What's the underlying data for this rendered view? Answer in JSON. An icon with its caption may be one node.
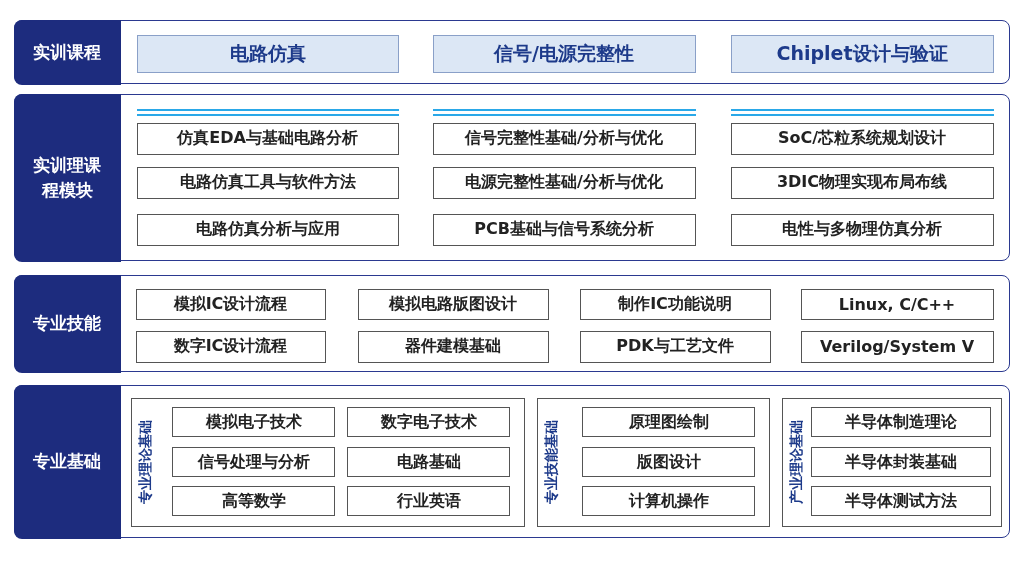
{
  "diagram": {
    "nodes": [
      {
        "text": [
          "实训课程"
        ]
      },
      {
        "text": [
          "电路仿真"
        ],
        "in": 0
      },
      {
        "text": [
          "信号/电源完整性"
        ],
        "in": 0
      },
      {
        "text": [
          "Chiplet设计与验证"
        ],
        "in": 0
      },
      {
        "text": [
          "实训理课程模块"
        ]
      },
      {
        "text": [
          "仿真EDA与基础电路分析"
        ],
        "in": 4
      },
      {
        "text": [
          "信号完整性基础/分析与优化"
        ],
        "in": 4
      },
      {
        "text": [
          "SoC/芯粒系统规划设计"
        ],
        "in": 4
      },
      {
        "text": [
          "电路仿真工具与软件方法"
        ],
        "in": 4
      },
      {
        "text": [
          "电源完整性基础/分析与优化"
        ],
        "in": 4
      },
      {
        "text": [
          "3DIC物理实现布局布线"
        ],
        "in": 4
      },
      {
        "text": [
          "电路仿真分析与应用"
        ],
        "in": 4
      },
      {
        "text": [
          "PCB基础与信号系统分析"
        ],
        "in": 4
      },
      {
        "text": [
          "电性与多物理仿真分析"
        ],
        "in": 4
      },
      {
        "text": [
          "专业技能"
        ]
      },
      {
        "text": [
          "模拟IC设计流程"
        ],
        "in": 14
      },
      {
        "text": [
          "模拟电路版图设计"
        ],
        "in": 14
      },
      {
        "text": [
          "制作IC功能说明"
        ],
        "in": 14
      },
      {
        "text": [
          "Linux, C/C++"
        ],
        "in": 14
      },
      {
        "text": [
          "数字IC设计流程"
        ],
        "in": 14
      },
      {
        "text": [
          "器件建模基础"
        ],
        "in": 14
      },
      {
        "text": [
          "PDK与工艺文件"
        ],
        "in": 14
      },
      {
        "text": [
          "Verilog/System V"
        ],
        "in": 14
      },
      {
        "text": [
          "专业基础"
        ]
      },
      {
        "text": [
          "专业理论基础"
        ],
        "in": 23
      },
      {
        "text": [
          "模拟电子技术"
        ],
        "in": 24
      },
      {
        "text": [
          "数字电子技术"
        ],
        "in": 24
      },
      {
        "text": [
          "信号处理与分析"
        ],
        "in": 24
      },
      {
        "text": [
          "电路基础"
        ],
        "in": 24
      },
      {
        "text": [
          "高等数学"
        ],
        "in": 24
      },
      {
        "text": [
          "行业英语"
        ],
        "in": 24
      },
      {
        "text": [
          "专业技能基础"
        ],
        "in": 23
      },
      {
        "text": [
          "原理图绘制"
        ],
        "in": 31
      },
      {
        "text": [
          "版图设计"
        ],
        "in": 31
      },
      {
        "text": [
          "计算机操作"
        ],
        "in": 31
      },
      {
        "text": [
          "产业理论基础"
        ],
        "in": 23
      },
      {
        "text": [
          "半导体制造理论"
        ],
        "in": 35
      },
      {
        "text": [
          "半导体封装基础"
        ],
        "in": 35
      },
      {
        "text": [
          "半导体测试方法"
        ],
        "in": 35
      }
    ]
  }
}
